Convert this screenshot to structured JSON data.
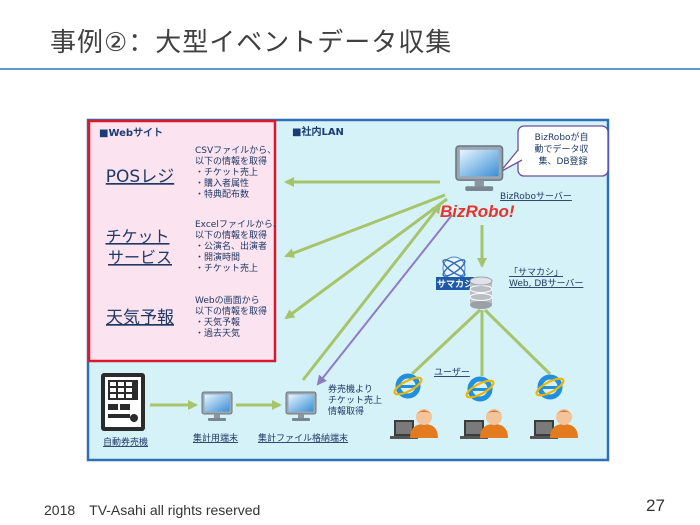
{
  "slide": {
    "title": "事例②：大型イベントデータ収集",
    "footer": "2018　TV-Asahi all rights reserved",
    "page_number": "27"
  },
  "web_site": {
    "heading": "■Webサイト",
    "sources": [
      {
        "name": [
          "POSレジ"
        ],
        "desc": [
          "CSVファイルから、",
          "以下の情報を取得",
          "・チケット売上",
          "・購入者属性",
          "・特典配布数"
        ]
      },
      {
        "name": [
          "チケット",
          "サービス"
        ],
        "desc": [
          "Excelファイルから、",
          "以下の情報を取得",
          "・公演名、出演者",
          "・開演時間",
          "・チケット売上"
        ]
      },
      {
        "name": [
          "天気予報"
        ],
        "desc": [
          "Webの画面から",
          "以下の情報を取得",
          "・天気予報",
          "・過去天気"
        ]
      }
    ]
  },
  "lan": {
    "heading": "■社内LAN",
    "callout": [
      "BizRoboが自",
      "動でデータ収",
      "集、DB登録"
    ],
    "bizrobo_logo": "BizRobo!",
    "bizrobo_server": "BizRoboサーバー",
    "samakashi_logo": "サマカシ",
    "samakashi_server": [
      "「サマカシ」",
      "Web, DBサーバー"
    ],
    "users_label": "ユーザー",
    "kiosk_label": "自動券売機",
    "aggregate_terminal": "集計用端末",
    "storage_terminal": "集計ファイル格納端末",
    "ticket_note": [
      "券売機より",
      "チケット売上",
      "情報取得"
    ]
  },
  "colors": {
    "lan_bg": "#d6f2f9",
    "lan_border": "#2f6fb5",
    "web_bg": "#fbe3f0",
    "web_border": "#d81b2a",
    "arrow_green": "#a6c46a",
    "arrow_purple": "#8e7cc3",
    "accent": "#5b9bd5"
  },
  "icons": [
    "monitor-icon",
    "database-icon",
    "ie-browser-icon",
    "user-at-pc-icon",
    "ticket-kiosk-icon",
    "satellite-icon"
  ]
}
